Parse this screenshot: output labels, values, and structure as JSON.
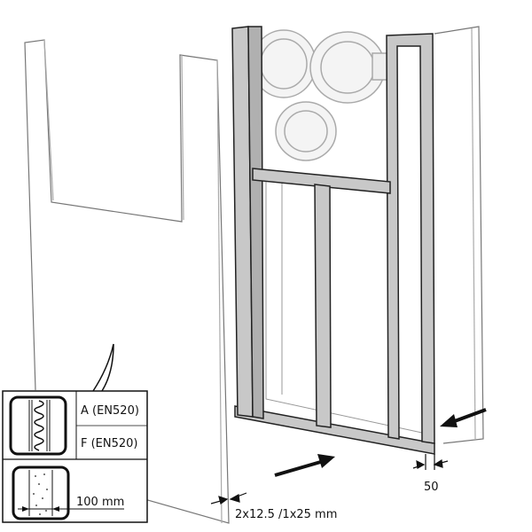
{
  "legend": {
    "rating_a": "A (EN520)",
    "rating_f": "F (EN520)",
    "wall_thickness": "100 mm"
  },
  "dimensions": {
    "board_thickness": "2x12.5 /1x25 mm",
    "stud_width": "50"
  },
  "colors": {
    "stud": "#c8c8c8",
    "line": "#222222",
    "board_line": "#777777",
    "duct": "#bbbbbb"
  }
}
